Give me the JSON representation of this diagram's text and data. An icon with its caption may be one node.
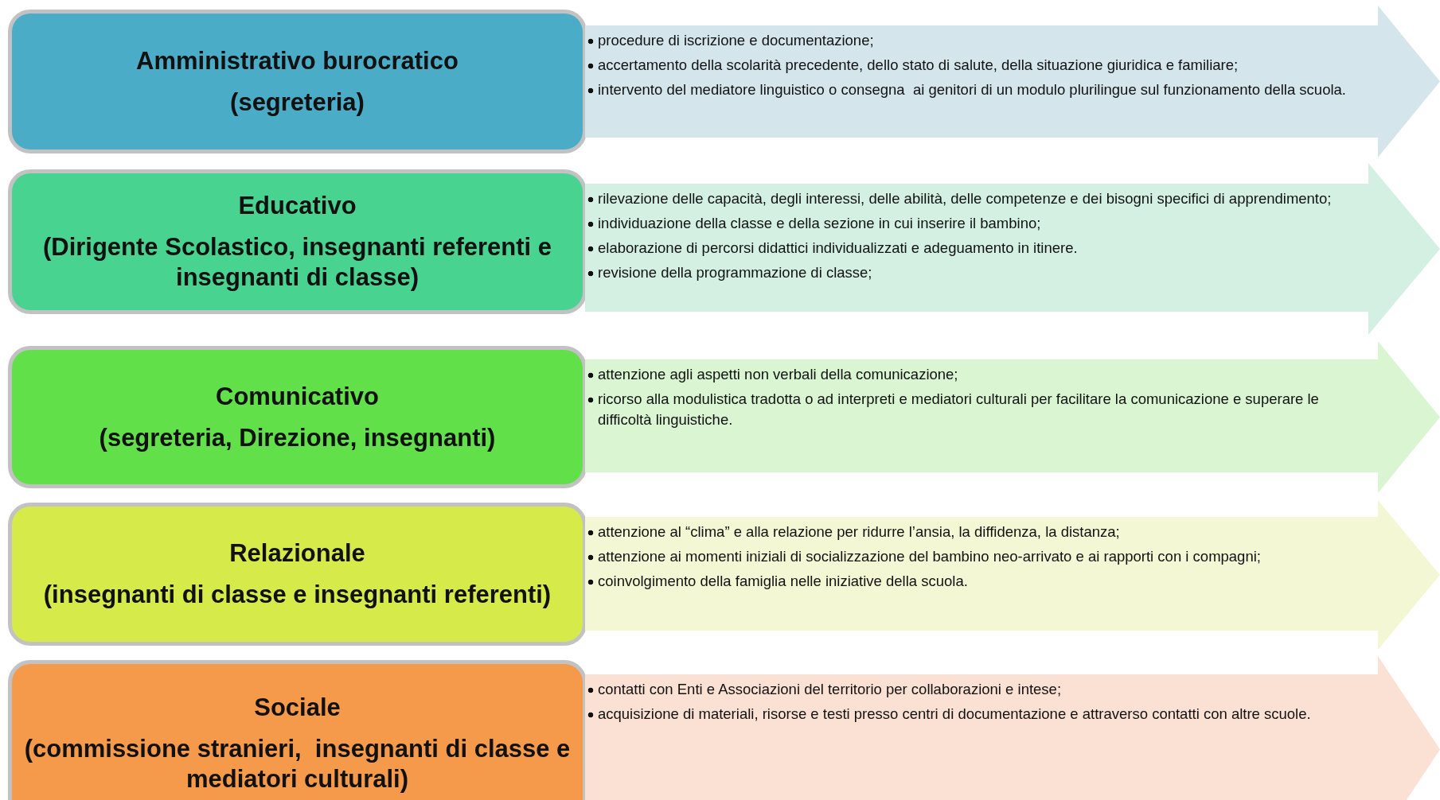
{
  "diagram": {
    "nodes": [
      {
        "text": [
          "Amministrativo burocratico",
          "(segreteria)"
        ]
      },
      {
        "text": [
          "procedure di iscrizione e documentazione;",
          "accertamento della scolarità precedente, dello stato di salute, della situazione giuridica e familiare;",
          "intervento del mediatore linguistico o consegna  ai genitori di un modulo plurilingue sul funzionamento della scuola."
        ]
      },
      {
        "text": [
          "Educativo",
          "(Dirigente Scolastico, insegnanti referenti e insegnanti di classe)"
        ]
      },
      {
        "text": [
          "rilevazione delle capacità, degli interessi, delle abilità, delle competenze e dei bisogni specifici di apprendimento;",
          "individuazione della classe e della sezione in cui inserire il bambino;",
          "elaborazione di percorsi didattici individualizzati e adeguamento in itinere.",
          "revisione della programmazione di classe;"
        ]
      },
      {
        "text": [
          "Comunicativo",
          "(segreteria, Direzione, insegnanti)"
        ]
      },
      {
        "text": [
          "attenzione agli aspetti non verbali della comunicazione;",
          "ricorso alla modulistica tradotta o ad interpreti e mediatori culturali per facilitare la comunicazione e superare le difficoltà linguistiche."
        ]
      },
      {
        "text": [
          "Relazionale",
          "(insegnanti di classe e insegnanti referenti)"
        ]
      },
      {
        "text": [
          "attenzione al “clima” e alla relazione per ridurre l’ansia, la diffidenza, la distanza;",
          "attenzione ai momenti iniziali di socializzazione del bambino neo-arrivato e ai rapporti con i compagni;",
          "coinvolgimento della famiglia nelle iniziative della scuola."
        ]
      },
      {
        "text": [
          "Sociale",
          "(commissione stranieri,  insegnanti di classe e mediatori culturali)"
        ]
      },
      {
        "text": [
          "contatti con Enti e Associazioni del territorio per collaborazioni e intese;",
          "acquisizione di materiali, risorse e testi presso centri di documentazione e attraverso contatti con altre scuole."
        ]
      }
    ]
  }
}
